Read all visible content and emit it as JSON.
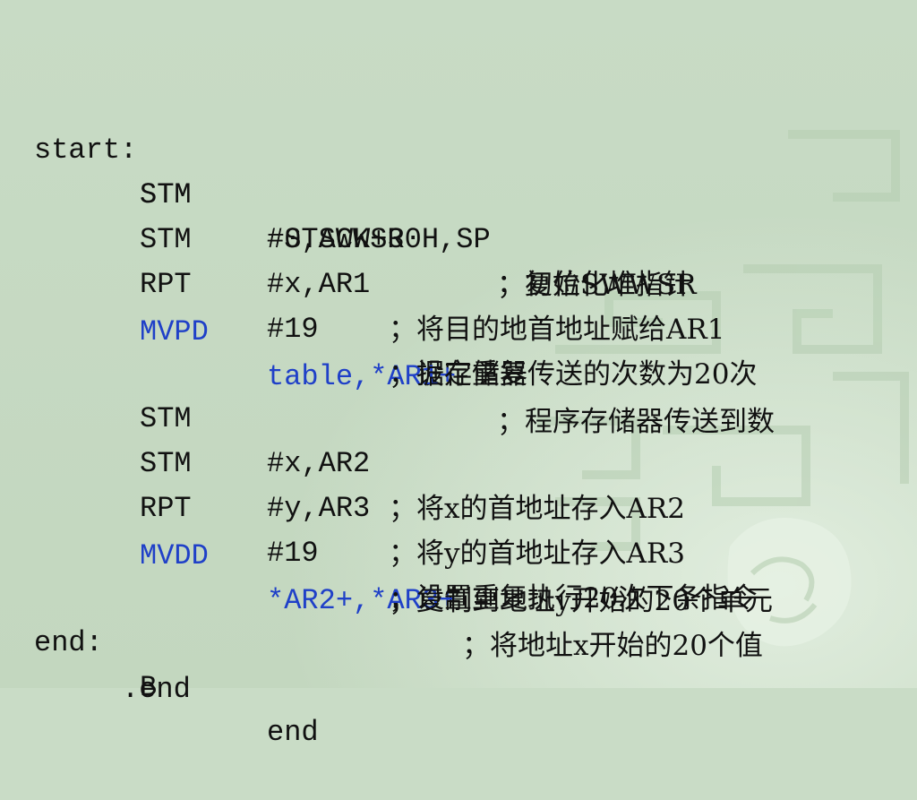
{
  "slide": {
    "lines": [
      {
        "label": "start:",
        "op": "STM",
        "arg": "#0,SWWSR",
        "comment": "；复位SWWSR"
      },
      {
        "label": "",
        "op": "STM",
        "arg": "#STACK+30H,SP",
        "comment": "；初始化堆指针"
      },
      {
        "label": "",
        "op": "STM",
        "arg": "#x,AR1",
        "comment": "；将目的地首地址赋给AR1"
      },
      {
        "label": "",
        "op": "RPT",
        "arg": "#19",
        "comment": "；设定重复传送的次数为20次"
      },
      {
        "label": "",
        "op": "MVPD",
        "arg": "table,*AR1+",
        "comment": "；程序存储器传送到数"
      },
      {
        "label": "",
        "op": "",
        "arg": "",
        "comment": "；据存储器"
      },
      {
        "label": "",
        "op": "STM",
        "arg": "#x,AR2",
        "comment": "；将x的首地址存入AR2"
      },
      {
        "label": "",
        "op": "STM",
        "arg": "#y,AR3",
        "comment": "；将y的首地址存入AR3"
      },
      {
        "label": "",
        "op": "RPT",
        "arg": "#19",
        "comment": "；设置重复执行20次下条指令"
      },
      {
        "label": "",
        "op": "MVDD",
        "arg": "*AR2+,*AR3+",
        "comment": "；将地址x开始的20个值"
      },
      {
        "label": "",
        "op": "",
        "arg": "",
        "comment": "；复制到地址y开始的20个单元"
      },
      {
        "label": "end:",
        "op": "B",
        "arg": "end",
        "comment": ""
      },
      {
        "label": "",
        "op": "",
        "arg": "",
        "comment": ".end"
      }
    ],
    "colors": {
      "highlight": "#1f40c8",
      "text": "#111111",
      "background": "#c9dcc6"
    }
  }
}
